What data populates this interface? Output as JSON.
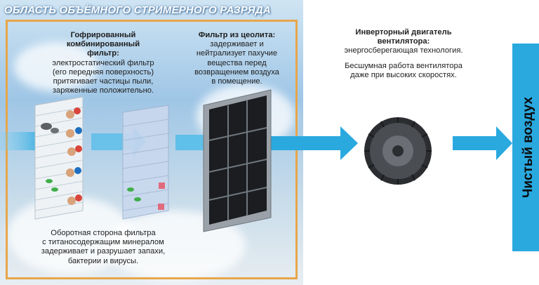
{
  "title": "ОБЛАСТЬ ОБЪЁМНОГО СТРИМЕРНОГО РАЗРЯДА",
  "pleated_filter": {
    "heading_line1": "Гофрированный",
    "heading_line2": "комбинированный фильтр:",
    "desc_lines": [
      "электростатический фильтр",
      "(его передняя поверхность)",
      "притягивает частицы пыли,",
      "заряженные положительно."
    ]
  },
  "zeolite_filter": {
    "heading": "Фильтр из цеолита:",
    "desc_lines": [
      "задерживает и",
      "нейтрализует пахучие",
      "вещества перед",
      "возвращением воздуха",
      "в помещение."
    ]
  },
  "back_side": {
    "desc_lines": [
      "Оборотная сторона фильтра",
      "с титаносодержащим минералом",
      "задерживает и разрушает запахи,",
      "бактерии и вирусы."
    ]
  },
  "fan_motor": {
    "heading": "Инверторный двигатель вентилятора:",
    "line1": "энергосберегающая технология.",
    "line2": "Бесшумная работа вентилятора",
    "line3": "даже при высоких скоростях."
  },
  "clean_air": "Чистый воздух",
  "colors": {
    "arrow": "#2aa9df",
    "frame": "#e7a64a",
    "panel": "#2aa9df",
    "plus": "#d9453a",
    "minus": "#1f6fc0"
  }
}
